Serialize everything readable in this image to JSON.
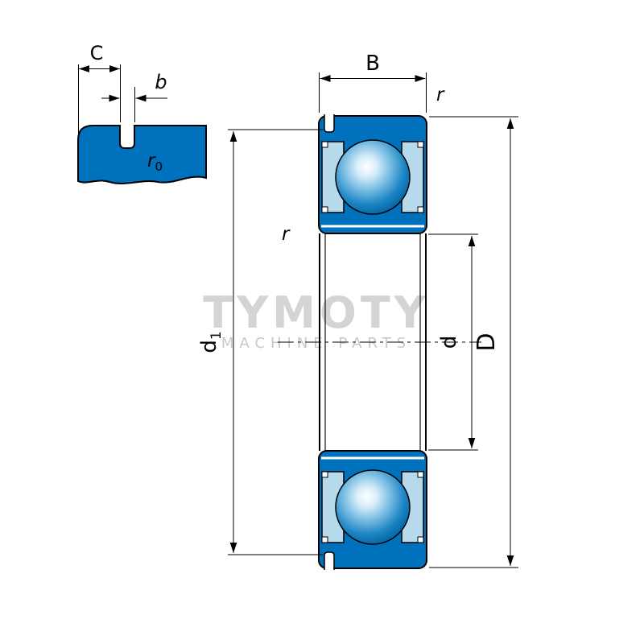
{
  "colors": {
    "bearing_blue": "#0071BC",
    "shield_blue": "#B7D9EC",
    "outline": "#000000",
    "watermark_title": "#D2D4D6",
    "watermark_subtitle": "#C6C9CC"
  },
  "watermark": {
    "title": "TYMOTY",
    "subtitle": "MACHINE PARTS"
  },
  "detail_view": {
    "dim_c_label": "C",
    "dim_b_label": "b",
    "r0_main": "r",
    "r0_sub": "0"
  },
  "main_view": {
    "dim_width_label": "B",
    "r_top_label": "r",
    "r_left_label": "r",
    "d1_main": "d",
    "d1_sub": "1",
    "d_label": "d",
    "D_label": "D"
  }
}
